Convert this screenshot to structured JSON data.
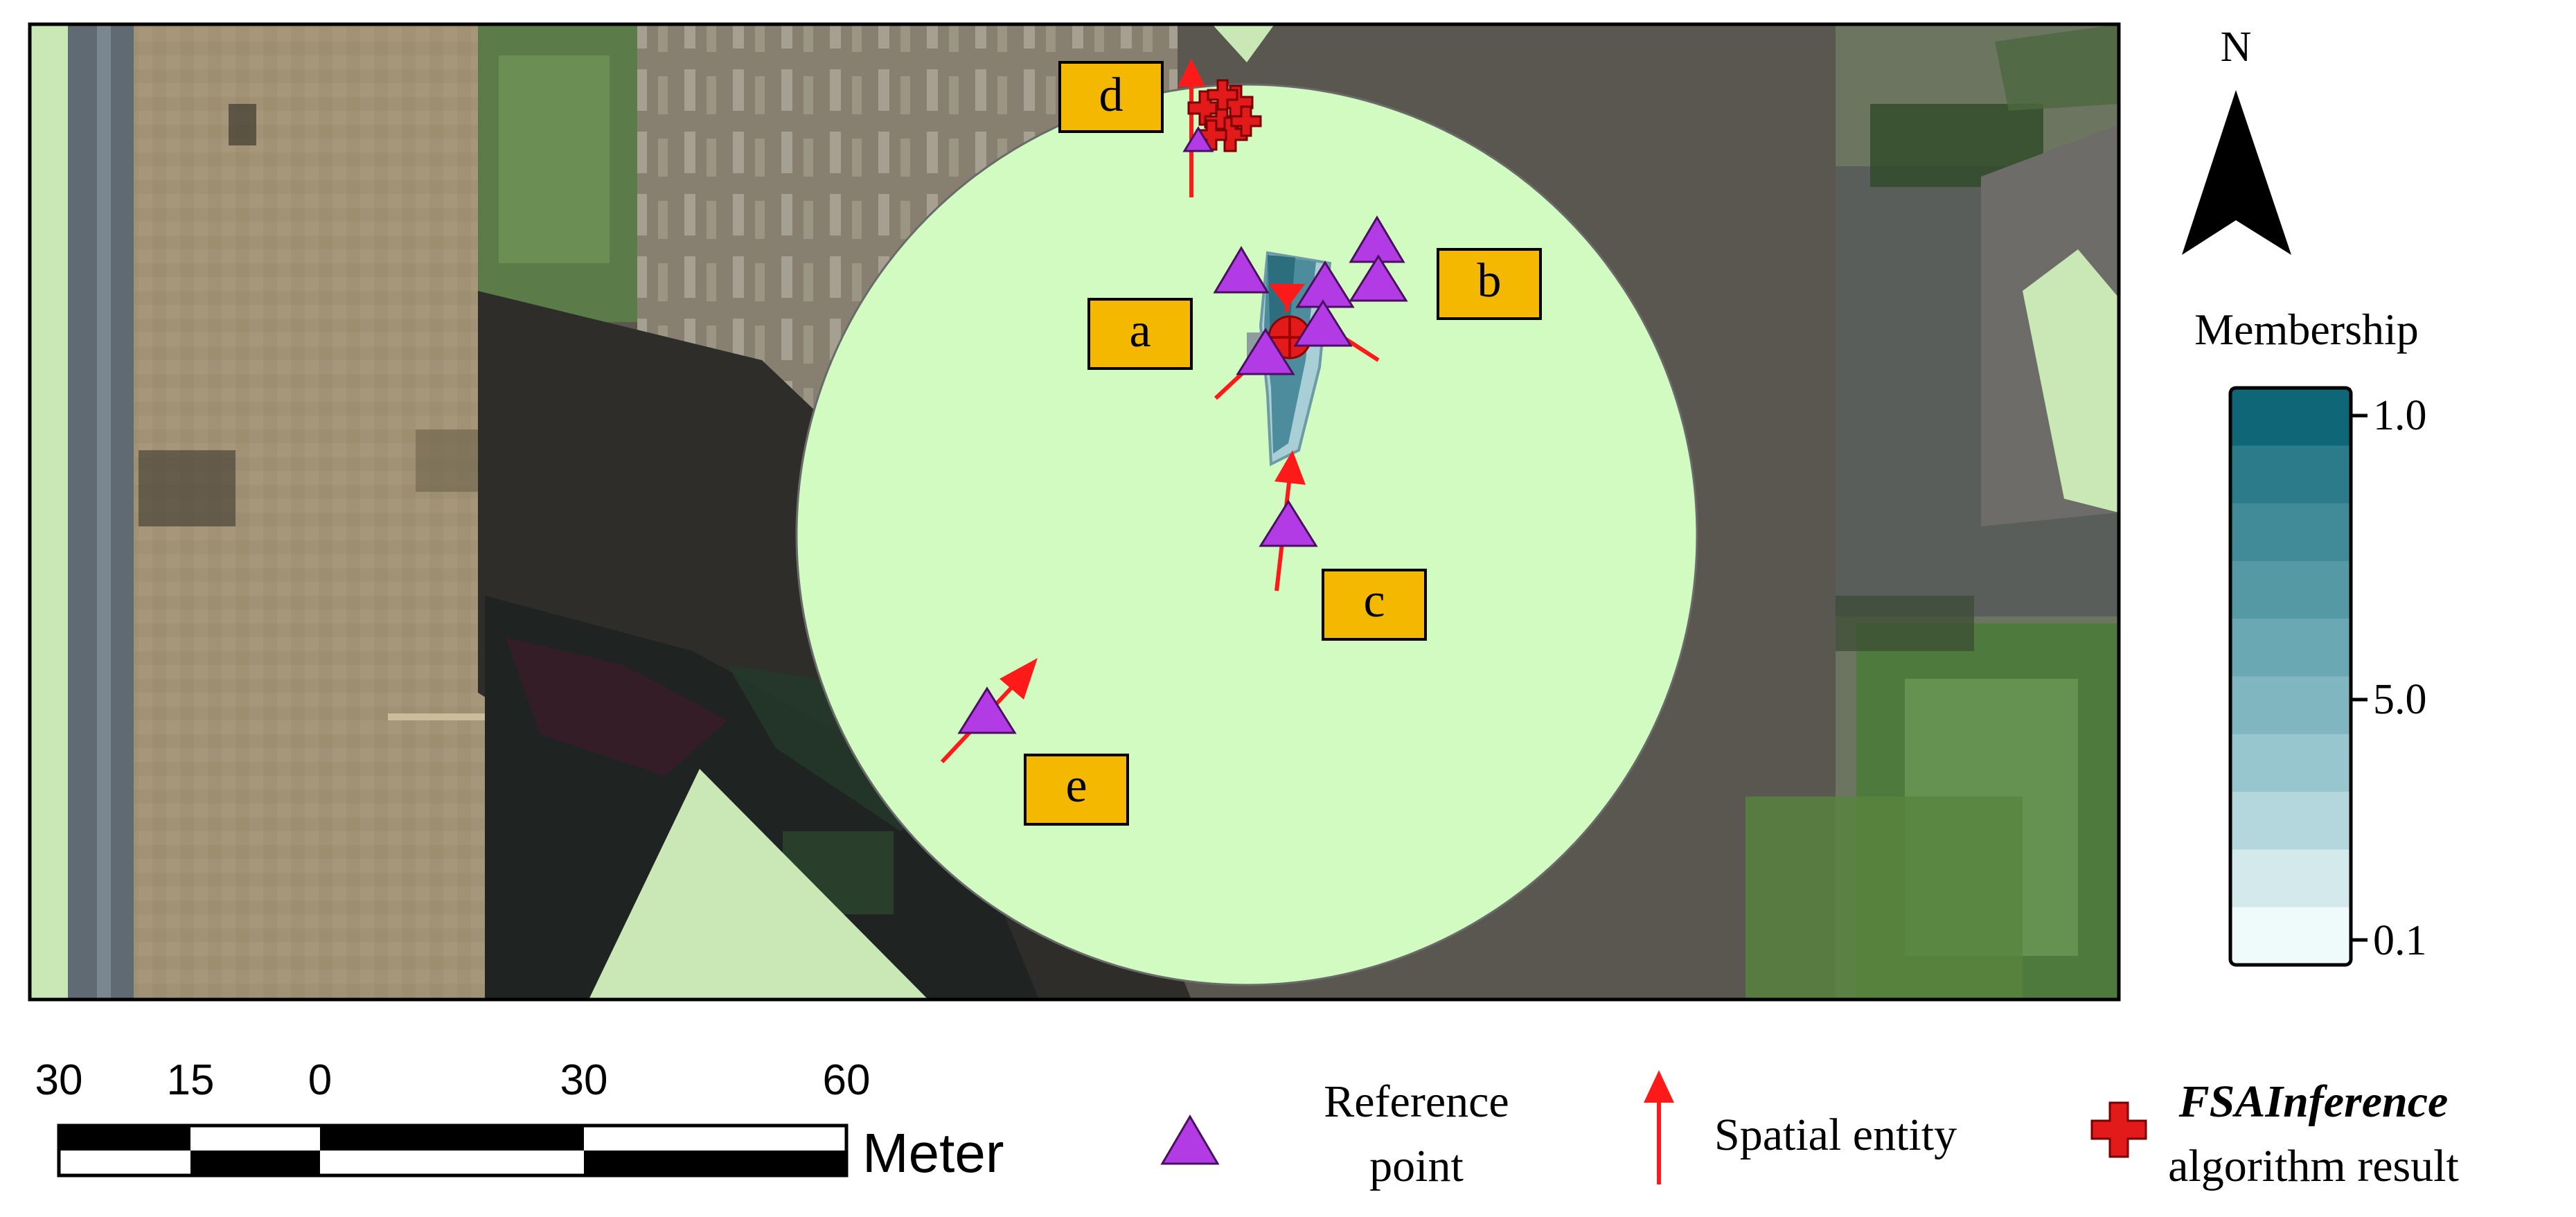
{
  "map": {
    "site_labels": [
      {
        "id": "a",
        "text": "a"
      },
      {
        "id": "b",
        "text": "b"
      },
      {
        "id": "c",
        "text": "c"
      },
      {
        "id": "d",
        "text": "d"
      },
      {
        "id": "e",
        "text": "e"
      }
    ],
    "colors": {
      "membership_area": "#d2fbc2",
      "reference_point": "#b23be6",
      "spatial_entity": "#ff1a1a",
      "inference_result": "#e31a1a",
      "label_box": "#f5b800",
      "building_pixel": "#5b93a3"
    }
  },
  "north_arrow": {
    "label": "N"
  },
  "membership_legend": {
    "title": "Membership",
    "tick_labels": [
      "1.0",
      "5.0",
      "0.1"
    ],
    "ramp_colors": [
      "#0e6677",
      "#2b7b8a",
      "#418a98",
      "#5599a5",
      "#6aa8b3",
      "#7fb6bf",
      "#98c6ce",
      "#b3d7dc",
      "#d4e9ec",
      "#effafa"
    ]
  },
  "scale_bar": {
    "tick_labels": [
      "30",
      "15",
      "0",
      "30",
      "60"
    ],
    "unit": "Meter"
  },
  "legend": {
    "reference_point": {
      "line1": "Reference",
      "line2": "point",
      "icon": "purple-triangle-icon"
    },
    "spatial_entity": {
      "label": "Spatial entity",
      "icon": "red-arrow-icon"
    },
    "inference_result": {
      "line1": "FSAInference",
      "line2": "algorithm result",
      "icon": "red-cross-icon"
    }
  }
}
